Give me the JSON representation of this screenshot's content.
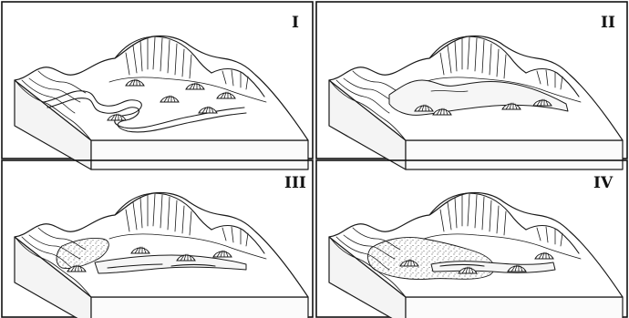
{
  "panels": [
    {
      "id": "panel-1",
      "label": "I"
    },
    {
      "id": "panel-2",
      "label": "II"
    },
    {
      "id": "panel-3",
      "label": "III"
    },
    {
      "id": "panel-4",
      "label": "IV"
    }
  ]
}
